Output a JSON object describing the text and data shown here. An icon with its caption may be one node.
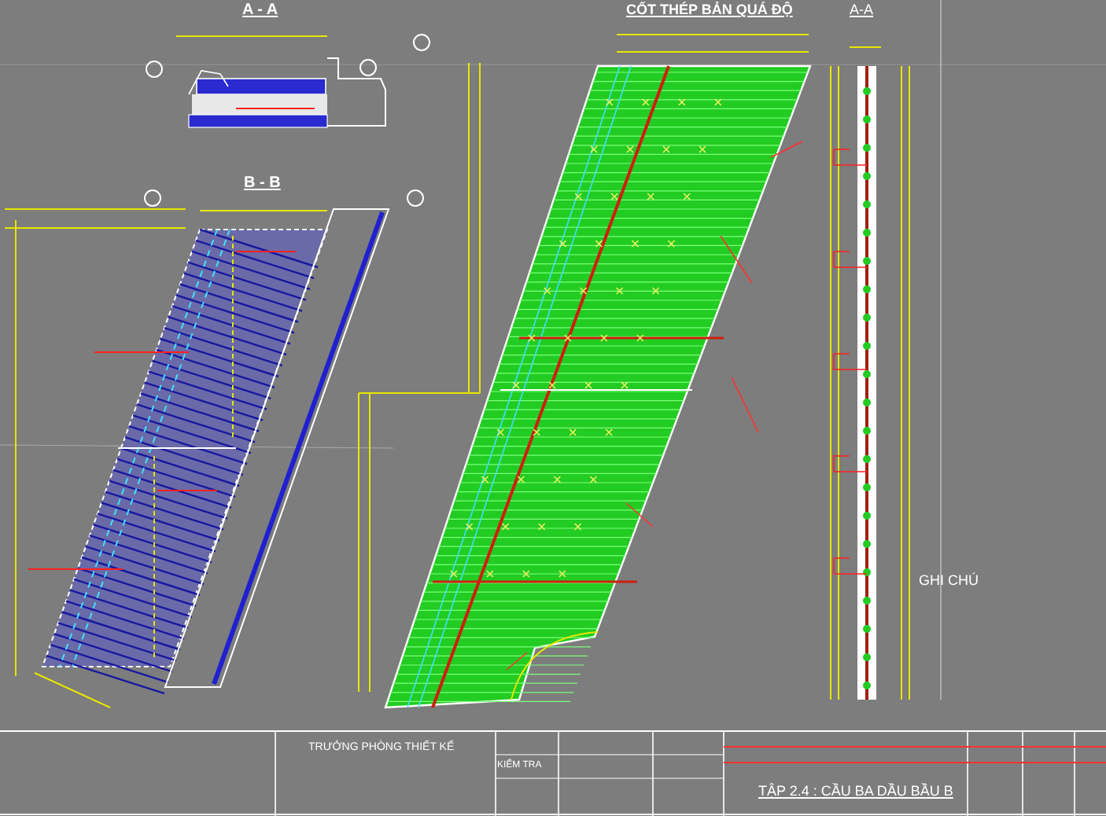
{
  "diagram": {
    "labels": [
      "A - A",
      "CỐT THÉP BẢN QUÁ ĐỘ",
      "A-A",
      "B - B",
      "GHI CHÚ",
      "TRƯỞNG PHÒNG THIẾT KẾ",
      "KIỂM TRA",
      "TẬP 2.4 : CẦU BA DẦU BẦU B"
    ]
  }
}
